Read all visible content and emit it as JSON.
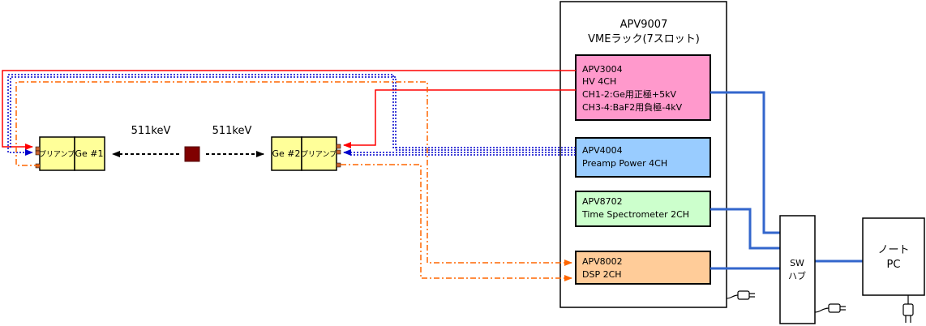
{
  "rack": {
    "title_line1": "APV9007",
    "title_line2": "VMEラック(7スロット)"
  },
  "modules": {
    "hv": {
      "lines": [
        "APV3004",
        "HV 4CH",
        "CH1-2:Ge用正極+5kV",
        "CH3-4:BaF2用負極-4kV"
      ],
      "color": "#ff99cc"
    },
    "preamp_power": {
      "lines": [
        "APV4004",
        "Preamp Power 4CH"
      ],
      "color": "#99ccff"
    },
    "time_spectrometer": {
      "lines": [
        "APV8702",
        "Time Spectrometer 2CH"
      ],
      "color": "#ccffcc"
    },
    "dsp": {
      "lines": [
        "APV8002",
        "DSP 2CH"
      ],
      "color": "#ffcc99"
    }
  },
  "detectors": {
    "ge1": {
      "preamp_label": "プリアンプ",
      "name": "Ge #1"
    },
    "ge2": {
      "name": "Ge #2",
      "preamp_label": "プリアンプ"
    }
  },
  "source": {
    "left_energy": "511keV",
    "right_energy": "511keV"
  },
  "hub": {
    "line1": "SW",
    "line2": "ハブ"
  },
  "pc": {
    "line1": "ノート",
    "line2": "PC"
  },
  "colors": {
    "hv_line": "#ff0000",
    "power_line": "#0000cc",
    "signal_line": "#ff6600",
    "network_line": "#3366cc",
    "detector_fill": "#ffff99",
    "source_fill": "#800000"
  }
}
